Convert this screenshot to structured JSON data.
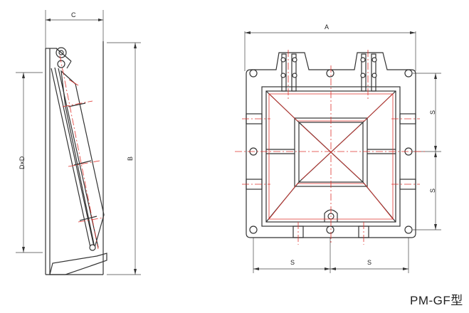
{
  "side_view": {
    "dim_c": "C",
    "dim_b": "B",
    "dim_dxd": "D×D"
  },
  "front_view": {
    "dim_a": "A",
    "dim_s_right_top": "S",
    "dim_s_right_bottom": "S",
    "dim_s_bottom_left": "S",
    "dim_s_bottom_right": "S"
  },
  "model": "PM-GF型"
}
